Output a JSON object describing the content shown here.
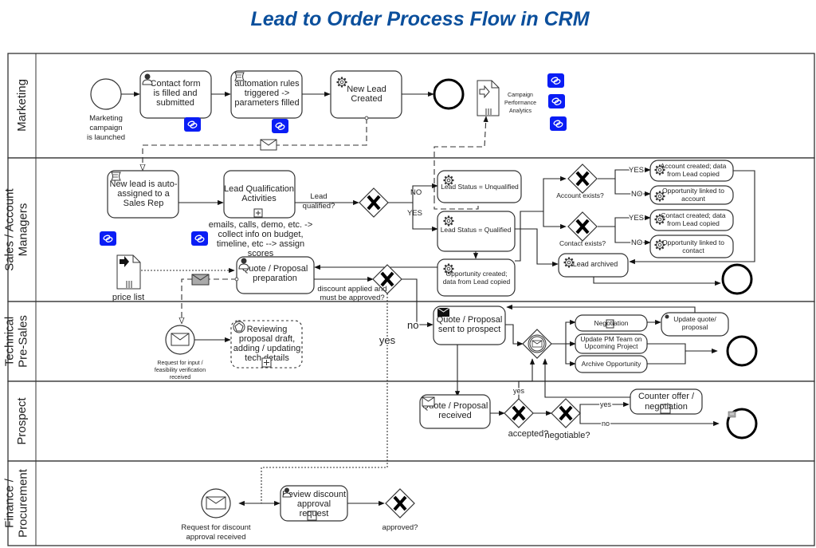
{
  "title": "Lead to Order Process Flow in CRM",
  "lanes": [
    {
      "id": "marketing",
      "label": [
        "Marketing"
      ]
    },
    {
      "id": "sales",
      "label": [
        "Sales / Account",
        "Managers"
      ]
    },
    {
      "id": "technical",
      "label": [
        "Technical",
        "Pre-Sales"
      ]
    },
    {
      "id": "prospect",
      "label": [
        "Prospect"
      ]
    },
    {
      "id": "finance",
      "label": [
        "Finance /",
        "Procurement"
      ]
    }
  ],
  "marketing": {
    "start_event_label": [
      "Marketing",
      "campaign",
      "is launched"
    ],
    "task_contact_form": [
      "Contact form",
      "is filled and",
      "submitted"
    ],
    "task_automation": [
      "automation rules",
      "triggered ->",
      "parameters filled"
    ],
    "task_new_lead": [
      "New Lead",
      "Created"
    ],
    "data_output_label": [
      "Campaign",
      "Performance",
      "Analytics"
    ]
  },
  "sales": {
    "task_auto_assign": [
      "New lead is auto-",
      "assigned to a",
      "Sales Rep"
    ],
    "task_lead_qualification": [
      "Lead Qualification",
      "Activities"
    ],
    "lead_qualification_note": [
      "emails, calls, demo, etc. ->",
      "collect info on budget,",
      "timeline, etc --> assign",
      "scores"
    ],
    "gateway_lead_qualified": [
      "Lead",
      "qualified?"
    ],
    "label_no": "NO",
    "label_yes": "YES",
    "task_unqualified": "Lead Status = Unqualified",
    "task_qualified": "Lead Status = Qualified",
    "task_opportunity_created": [
      "Opportunity created;",
      "data from Lead copied"
    ],
    "gateway_account_exists": "Account exists?",
    "gateway_contact_exists": "Contact exists?",
    "task_account_created": [
      "Account created; data",
      "from Lead copied"
    ],
    "task_opp_linked_account": [
      "Opportunity linked to",
      "account"
    ],
    "task_contact_created": [
      "Contact created; data",
      "from Lead copied"
    ],
    "task_opp_linked_contact": [
      "Opportunity linked to",
      "contact"
    ],
    "task_lead_archived": "Lead archived",
    "data_input_label": "price list",
    "task_quote_prep": [
      "Quote / Proposal",
      "preparation"
    ],
    "gateway_discount": [
      "discount applied and",
      "must be approved?"
    ]
  },
  "technical": {
    "start_event_label": [
      "Request for input /",
      "feasibility verification",
      "received"
    ],
    "task_reviewing": [
      "Reviewing",
      "proposal draft,",
      "adding / updating",
      "tech details"
    ],
    "label_yes": "yes",
    "label_no": "no",
    "task_quote_sent": [
      "Quote / Proposal",
      "sent to prospect"
    ],
    "task_negotiation": "Negotiation",
    "task_update_pm": [
      "Update PM Team on",
      "Upcoming Project"
    ],
    "task_archive_opp": "Archive Opportunity",
    "task_update_quote": [
      "Update quote/",
      "proposal"
    ]
  },
  "prospect": {
    "task_quote_received": [
      "Quote / Proposal",
      "received"
    ],
    "gateway_accepted": "accepted?",
    "gateway_negotiable": "negotiable?",
    "label_yes_top": "yes",
    "label_yes": "yes",
    "label_no": "no",
    "task_counter_offer": [
      "Counter offer /",
      "negotiation"
    ]
  },
  "finance": {
    "start_event_label": [
      "Request for discount",
      "approval received"
    ],
    "task_review_discount": [
      "Review discount",
      "approval",
      "request"
    ],
    "gateway_approved": "approved?"
  },
  "icons": {
    "link_badge": "link-icon",
    "user_task": "user-icon",
    "script_task": "script-icon",
    "service_task": "gear-icon",
    "message": "envelope-icon",
    "data_object": "document-icon"
  },
  "colors": {
    "title": "#0b4f9c",
    "link_badge": "#0a1df5"
  }
}
